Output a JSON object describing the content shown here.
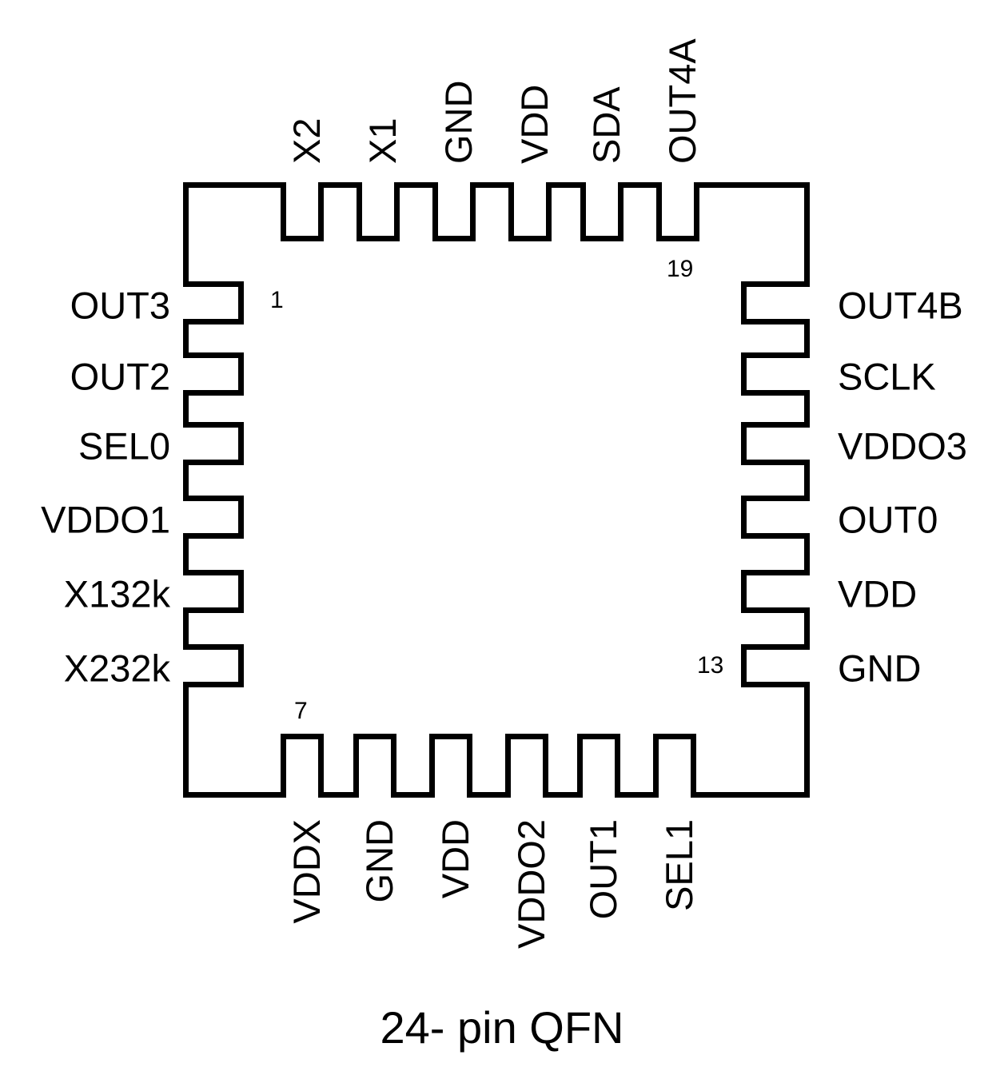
{
  "diagram": {
    "caption": "24- pin QFN",
    "package": "QFN",
    "pin_count": 24,
    "line_color": "#000000",
    "background_color": "#ffffff"
  },
  "pin_numbers": {
    "left_first": "1",
    "bottom_first": "7",
    "right_last": "13",
    "top_last": "19"
  },
  "pins": {
    "left": [
      {
        "label": "OUT3"
      },
      {
        "label": "OUT2"
      },
      {
        "label": "SEL0"
      },
      {
        "label": "VDDO1"
      },
      {
        "label": "X132k"
      },
      {
        "label": "X232k"
      }
    ],
    "bottom": [
      {
        "label": "VDDX"
      },
      {
        "label": "GND"
      },
      {
        "label": "VDD"
      },
      {
        "label": "VDDO2"
      },
      {
        "label": "OUT1"
      },
      {
        "label": "SEL1"
      }
    ],
    "right": [
      {
        "label": "OUT4B"
      },
      {
        "label": "SCLK"
      },
      {
        "label": "VDDO3"
      },
      {
        "label": "OUT0"
      },
      {
        "label": "VDD"
      },
      {
        "label": "GND"
      }
    ],
    "top": [
      {
        "label": "X2"
      },
      {
        "label": "X1"
      },
      {
        "label": "GND"
      },
      {
        "label": "VDD"
      },
      {
        "label": "SDA"
      },
      {
        "label": "OUT4A"
      }
    ]
  }
}
